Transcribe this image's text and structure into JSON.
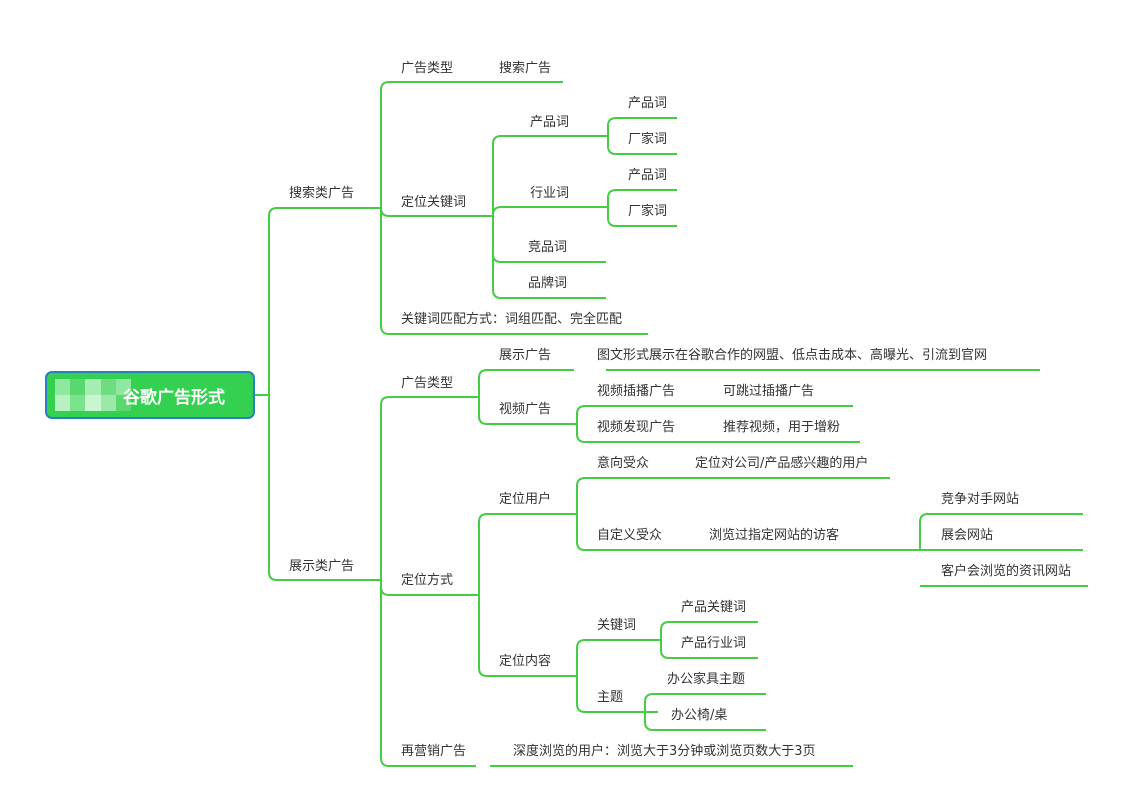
{
  "root": {
    "title": "谷歌广告形式"
  },
  "colors": {
    "line": "#44cc44",
    "root_fill": "#33d14f",
    "root_border": "#2a7fc0"
  },
  "search": {
    "label": "搜索类广告",
    "ad_type": {
      "label": "广告类型",
      "value": "搜索广告"
    },
    "targeting_keywords": {
      "label": "定位关键词",
      "product_words": {
        "label": "产品词",
        "children": [
          "产品词",
          "厂家词"
        ]
      },
      "industry_words": {
        "label": "行业词",
        "children": [
          "产品词",
          "厂家词"
        ]
      },
      "competitor_words": "竞品词",
      "brand_words": "品牌词"
    },
    "match_type": "关键词匹配方式：词组匹配、完全匹配"
  },
  "display": {
    "label": "展示类广告",
    "ad_type": {
      "label": "广告类型",
      "display_ads": {
        "label": "展示广告",
        "desc": "图文形式展示在谷歌合作的网盟、低点击成本、高曝光、引流到官网"
      },
      "video_ads": {
        "label": "视频广告",
        "instream": {
          "label": "视频插播广告",
          "desc": "可跳过插播广告"
        },
        "discovery": {
          "label": "视频发现广告",
          "desc": "推荐视频，用于增粉"
        }
      }
    },
    "targeting": {
      "label": "定位方式",
      "users": {
        "label": "定位用户",
        "intent": {
          "label": "意向受众",
          "desc": "定位对公司/产品感兴趣的用户"
        },
        "custom": {
          "label": "自定义受众",
          "desc": "浏览过指定网站的访客",
          "sites": [
            "竞争对手网站",
            "展会网站",
            "客户会浏览的资讯网站"
          ]
        }
      },
      "content": {
        "label": "定位内容",
        "keywords": {
          "label": "关键词",
          "children": [
            "产品关键词",
            "产品行业词"
          ]
        },
        "topics": {
          "label": "主题",
          "children": [
            "办公家具主题",
            "办公椅/桌"
          ]
        }
      }
    },
    "remarketing": {
      "label": "再营销广告",
      "desc": "深度浏览的用户：浏览大于3分钟或浏览页数大于3页"
    }
  }
}
